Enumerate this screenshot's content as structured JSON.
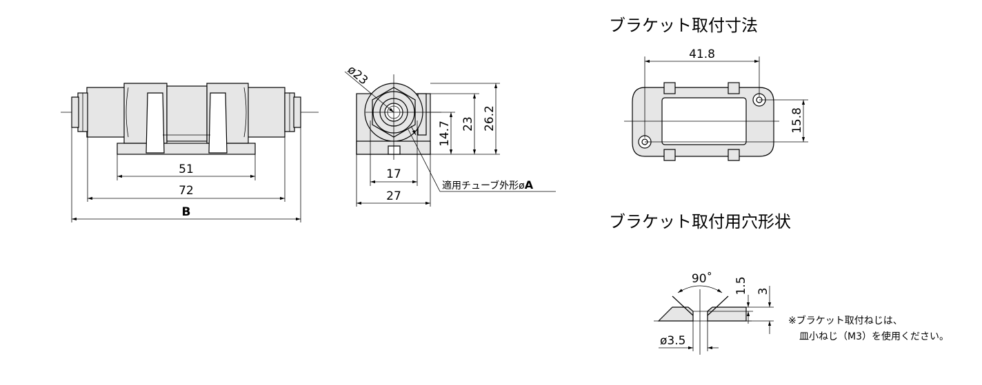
{
  "side_view": {
    "dim_51": "51",
    "dim_72": "72",
    "dim_B": "B"
  },
  "end_view": {
    "dim_phi23": "ø23",
    "dim_14_7": "14.7",
    "dim_23": "23",
    "dim_26_2": "26.2",
    "dim_17": "17",
    "dim_27": "27",
    "tube_label": "適用チューブ外形ø",
    "tube_label_bold": "A"
  },
  "bracket_dims": {
    "heading": "ブラケット取付寸法",
    "dim_41_8": "41.8",
    "dim_15_8": "15.8"
  },
  "hole_shape": {
    "heading": "ブラケット取付用穴形状",
    "angle": "90˚",
    "dim_1_5": "1.5",
    "dim_3": "3",
    "dim_phi3_5": "ø3.5",
    "note_line1": "※ブラケット取付ねじは、",
    "note_line2": "皿小ねじ（M3）を使用ください。"
  }
}
